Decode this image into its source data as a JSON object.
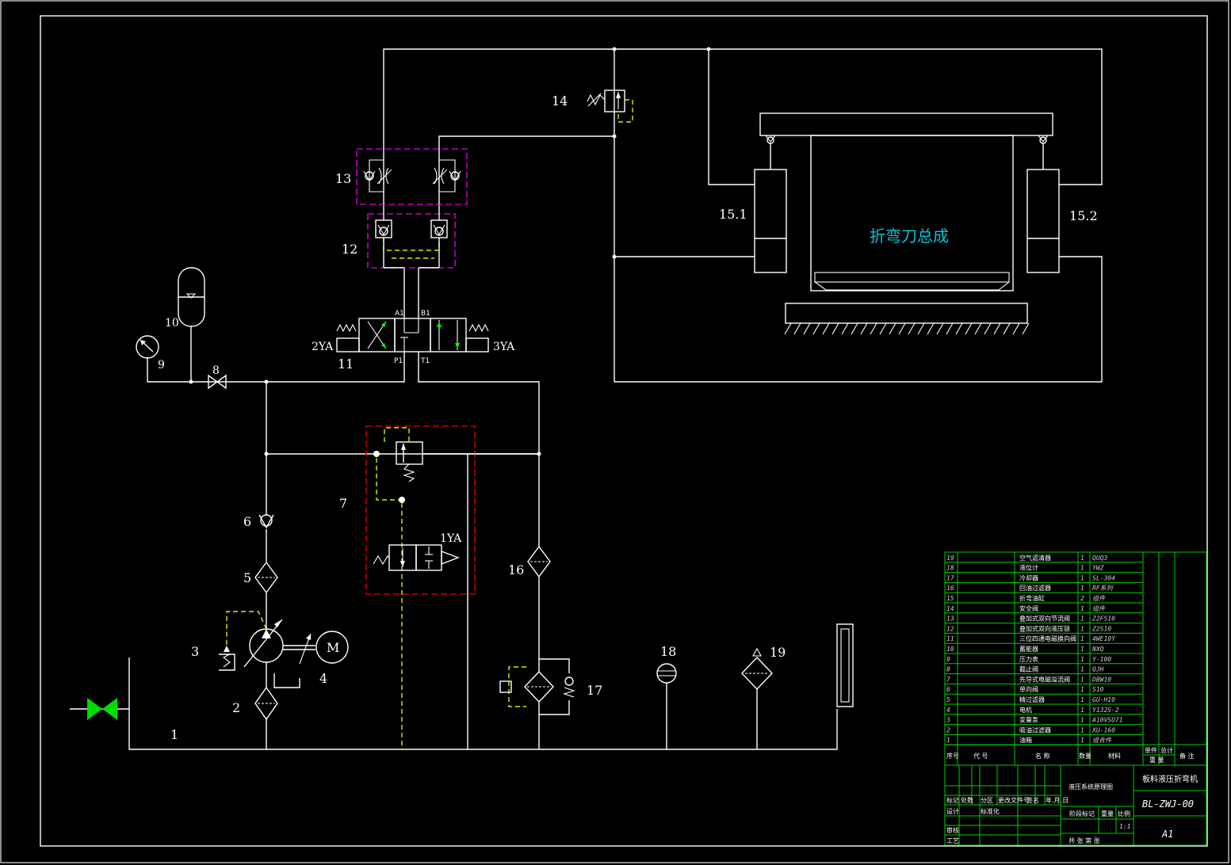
{
  "labels": {
    "c1": "1",
    "c2": "2",
    "c3": "3",
    "c4": "4",
    "c5": "5",
    "c6": "6",
    "c7": "7",
    "c8": "8",
    "c9": "9",
    "c10": "10",
    "c11": "11",
    "c12": "12",
    "c13": "13",
    "c14": "14",
    "c15_1": "15.1",
    "c15_2": "15.2",
    "c16": "16",
    "c17": "17",
    "c18": "18",
    "c19": "19",
    "sol_1ya": "1YA",
    "sol_2ya": "2YA",
    "sol_3ya": "3YA",
    "port_a1": "A1",
    "port_b1": "B1",
    "port_p1": "P1",
    "port_t1": "T1",
    "motor": "M",
    "bending_assembly": "折弯刀总成"
  },
  "parts_list": [
    {
      "no": "19",
      "name": "空气滤清器",
      "qty": "1",
      "spec": "QUQ3"
    },
    {
      "no": "18",
      "name": "液位计",
      "qty": "1",
      "spec": "YWZ"
    },
    {
      "no": "17",
      "name": "冷却器",
      "qty": "1",
      "spec": "SL-304"
    },
    {
      "no": "16",
      "name": "回油过滤器",
      "qty": "1",
      "spec": "RF系列"
    },
    {
      "no": "15",
      "name": "折弯油缸",
      "qty": "2",
      "spec": "组件"
    },
    {
      "no": "14",
      "name": "安全阀",
      "qty": "1",
      "spec": "组件"
    },
    {
      "no": "13",
      "name": "叠加式双向节流阀",
      "qty": "1",
      "spec": "Z2FS10"
    },
    {
      "no": "12",
      "name": "叠加式双向液压锁",
      "qty": "1",
      "spec": "Z2S10"
    },
    {
      "no": "11",
      "name": "三位四通电磁换向阀",
      "qty": "1",
      "spec": "4WE10Y"
    },
    {
      "no": "10",
      "name": "蓄能器",
      "qty": "1",
      "spec": "NXQ"
    },
    {
      "no": "9",
      "name": "压力表",
      "qty": "1",
      "spec": "Y-100"
    },
    {
      "no": "8",
      "name": "截止阀",
      "qty": "1",
      "spec": "QJH"
    },
    {
      "no": "7",
      "name": "先导式电磁溢流阀",
      "qty": "1",
      "spec": "DBW10"
    },
    {
      "no": "6",
      "name": "单向阀",
      "qty": "1",
      "spec": "S10"
    },
    {
      "no": "5",
      "name": "精过滤器",
      "qty": "1",
      "spec": "GU-H10"
    },
    {
      "no": "4",
      "name": "电机",
      "qty": "1",
      "spec": "Y132S-2"
    },
    {
      "no": "3",
      "name": "变量泵",
      "qty": "1",
      "spec": "A10VSO71"
    },
    {
      "no": "2",
      "name": "吸油过滤器",
      "qty": "1",
      "spec": "XU-160"
    },
    {
      "no": "1",
      "name": "油箱",
      "qty": "1",
      "spec": "组合件"
    }
  ],
  "parts_header": {
    "no": "序号",
    "code": "代  号",
    "name": "名  称",
    "qty": "数量",
    "material": "材料",
    "unit_weight": "单件",
    "total_weight": "总计",
    "weight": "重  量",
    "remark": "备  注"
  },
  "title_block": {
    "drawing_name": "液压系统原理图",
    "product": "板料液压折弯机",
    "code": "BL-ZWJ-00",
    "size": "A1",
    "scale": "1:1",
    "mark_col": "标记",
    "count_col": "处数",
    "zone_col": "分区",
    "docno_col": "更改文件号",
    "sign_col": "签名",
    "date_col": "年.月.日",
    "design": "设计",
    "standard": "标准化",
    "stage": "阶段标记",
    "weight": "重量",
    "ratio": "比例",
    "review": "审核",
    "process": "工艺",
    "sheets": "共  张  第  张"
  }
}
